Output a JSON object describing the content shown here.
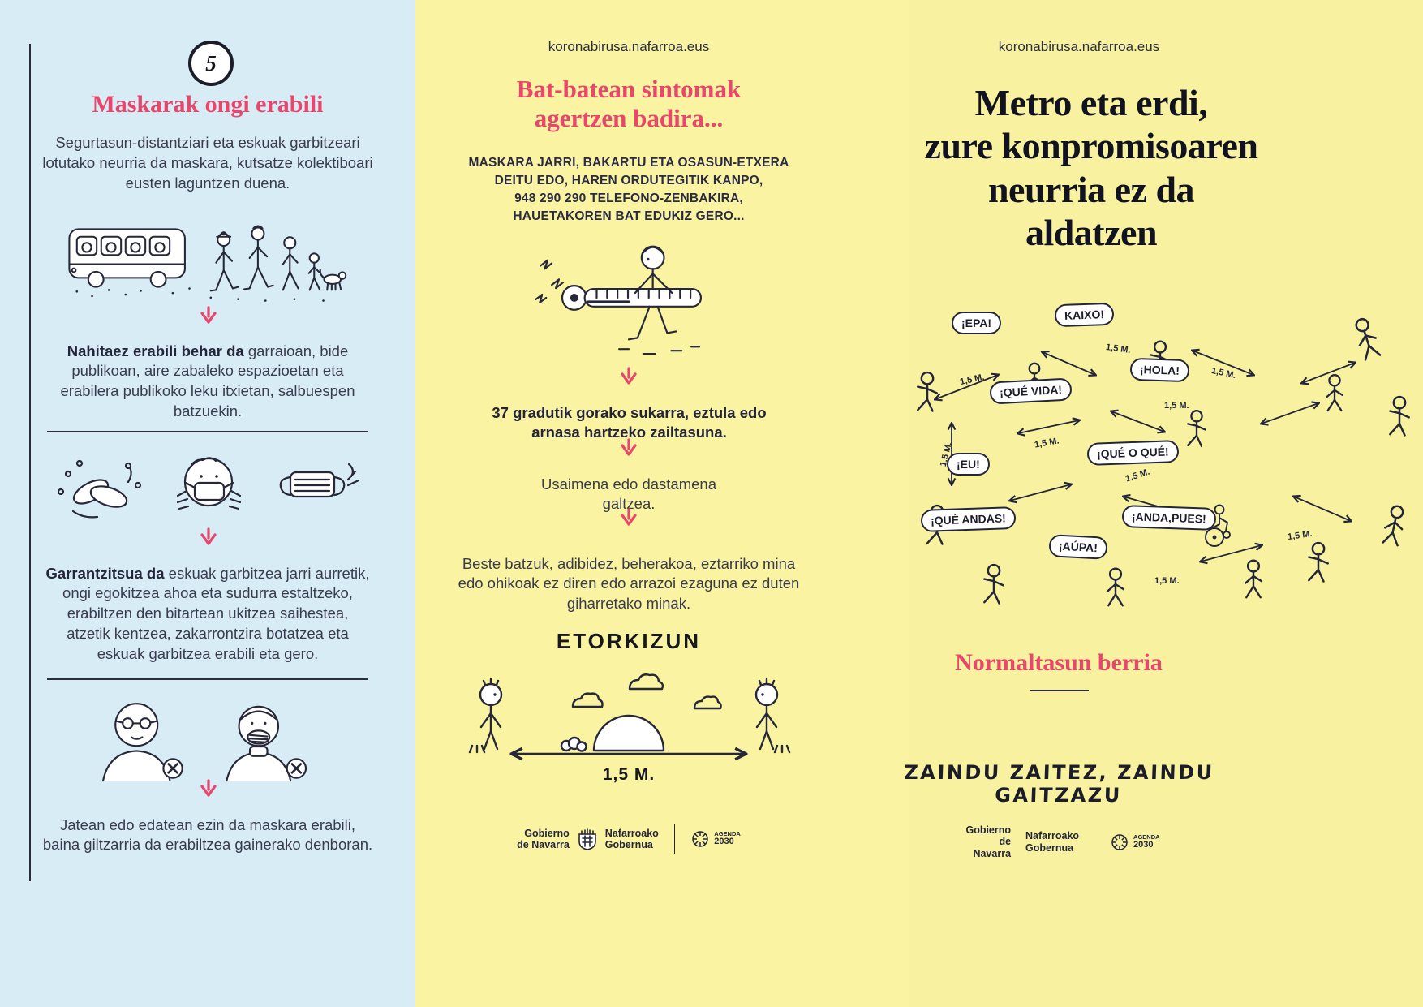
{
  "colors": {
    "accent_pink": "#e8466b",
    "ink": "#24253a",
    "panel_blue": "#d8ecf6",
    "panel_yellow": "#f9f3a2"
  },
  "left_panel": {
    "badge_number": "5",
    "title": "Maskarak ongi erabili",
    "intro": "Segurtasun-distantziari eta eskuak garbitzeari lotutako neurria da maskara, kutsatze kolektiboari eusten laguntzen duena.",
    "mandatory_bold": "Nahitaez erabili behar da",
    "mandatory_text": "garraioan, bide publikoan, aire zabaleko espazioetan eta erabilera publikoko leku itxietan, salbuespen batzuekin.",
    "important_bold": "Garrantzitsua da",
    "important_text": "eskuak garbitzea jarri aurretik, ongi egokitzea ahoa eta sudurra estaltzeko, erabiltzen den bitartean ukitzea saihestea, atzetik kentzea, zakarrontzira botatzea eta eskuak garbitzea erabili eta gero.",
    "eating_note": "Jatean edo edatean ezin da maskara erabili, baina giltzarria da erabiltzea gainerako denboran."
  },
  "middle_panel": {
    "url": "koronabirusa.nafarroa.eus",
    "title_lines": [
      "Bat-batean sintomak",
      "agertzen badira..."
    ],
    "instruction_lines": [
      "MASKARA JARRI, BAKARTU ETA OSASUN-ETXERA",
      "DEITU EDO, HAREN ORDUTEGITIK KANPO,",
      "948 290 290 TELEFONO-ZENBAKIRA,",
      "HAUETAKOREN BAT EDUKIZ GERO..."
    ],
    "symptom_fever": "37 gradutik gorako sukarra, eztula edo arnasa hartzeko zailtasuna.",
    "symptom_smell": "Usaimena edo dastamena galtzea.",
    "symptom_other": "Beste batzuk, adibidez, beherakoa, eztarriko mina edo ohikoak ez diren edo arrazoi ezaguna ez duten giharretako minak.",
    "scene_title": "ETORKIZUN",
    "distance_label": "1,5 M."
  },
  "right_panel": {
    "url": "koronabirusa.nafarroa.eus",
    "title_lines": [
      "Metro eta erdi,",
      "zure konpromisoaren",
      "neurria ez da",
      "aldatzen"
    ],
    "speech_bubbles": [
      "¡EPA!",
      "KAIXO!",
      "¡HOLA!",
      "¡QUÉ VIDA!",
      "¡EU!",
      "¡QUÉ O QUÉ!",
      "¡QUÉ ANDAS!",
      "¡AÚPA!",
      "¡ANDA,PUES!"
    ],
    "distance_label": "1,5 M.",
    "subtitle": "Normaltasun berria",
    "slogan": "ZAINDU ZAITEZ, ZAINDU GAITZAZU"
  },
  "footer": {
    "gov_es": [
      "Gobierno",
      "de Navarra"
    ],
    "gov_eu": [
      "Nafarroako",
      "Gobernua"
    ],
    "agenda": [
      "AGENDA",
      "2030"
    ]
  }
}
